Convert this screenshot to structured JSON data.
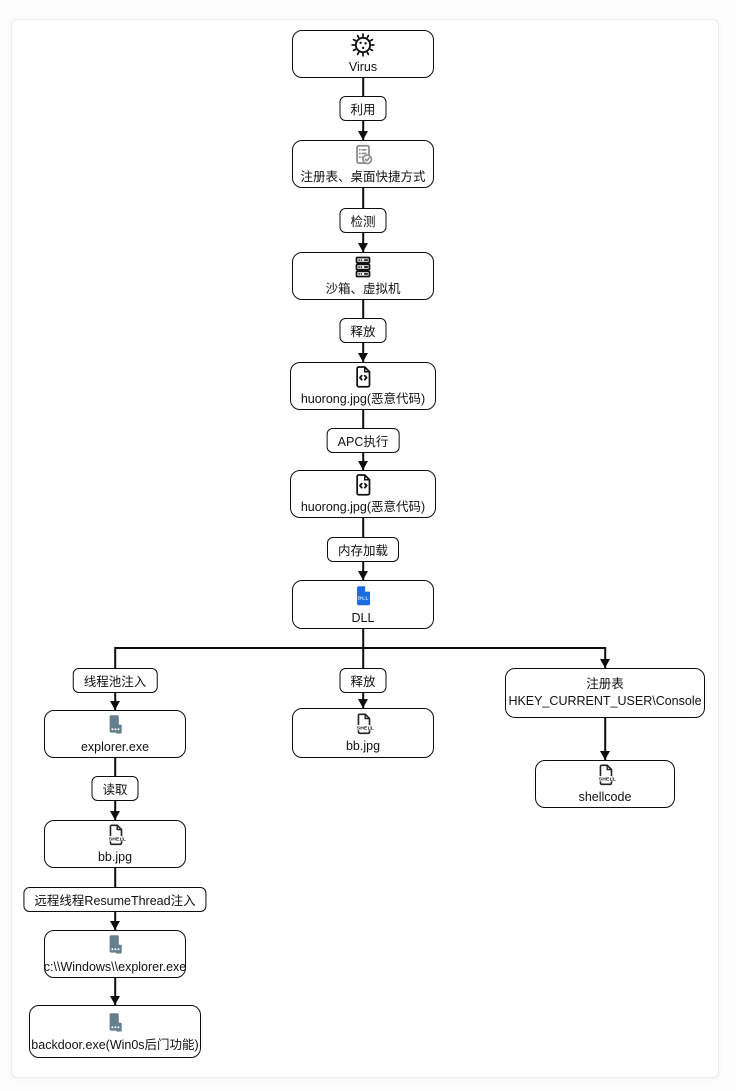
{
  "diagram": {
    "title": "Virus execution flow",
    "nodes": {
      "virus": {
        "label": "Virus",
        "icon": "virus-icon"
      },
      "registry_shortcut": {
        "label": "注册表、桌面快捷方式",
        "icon": "checklist-icon"
      },
      "sandbox_vm": {
        "label": "沙箱、虚拟机",
        "icon": "server-icon"
      },
      "huorong1": {
        "label": "huorong.jpg(恶意代码)",
        "icon": "code-file-icon"
      },
      "huorong2": {
        "label": "huorong.jpg(恶意代码)",
        "icon": "code-file-icon"
      },
      "dll": {
        "label": "DLL",
        "icon": "dll-file-icon",
        "icon_text": "DLL"
      },
      "explorer_exe": {
        "label": "explorer.exe",
        "icon": "exe-file-icon"
      },
      "bb_jpg_left": {
        "label": "bb.jpg",
        "icon": "shell-file-icon",
        "icon_text": "SHELL"
      },
      "windows_explorer": {
        "label": "c:\\\\Windows\\\\explorer.exe",
        "icon": "exe-file-icon"
      },
      "backdoor": {
        "label": "backdoor.exe(Win0s后门功能)",
        "icon": "exe-file-icon"
      },
      "bb_jpg_mid": {
        "label": "bb.jpg",
        "icon": "shell-file-icon",
        "icon_text": "SHELL"
      },
      "registry_console": {
        "line1": "注册表",
        "line2": "HKEY_CURRENT_USER\\Console"
      },
      "shellcode": {
        "label": "shellcode",
        "icon": "shell-file-icon",
        "icon_text": "SHELL"
      }
    },
    "edges": {
      "liyong": "利用",
      "jiance": "检测",
      "shifang": "释放",
      "apc": "APC执行",
      "neicun": "内存加载",
      "xianchengchi": "线程池注入",
      "shifang_mid": "释放",
      "duqu": "读取",
      "yuancheng": "远程线程ResumeThread注入"
    },
    "colors": {
      "line": "#0d0d0d",
      "dll_icon": "#1a6ee0",
      "exe_icon": "#64808f",
      "checklist_icon": "#8a8a8a",
      "card_border": "#ececec"
    }
  }
}
